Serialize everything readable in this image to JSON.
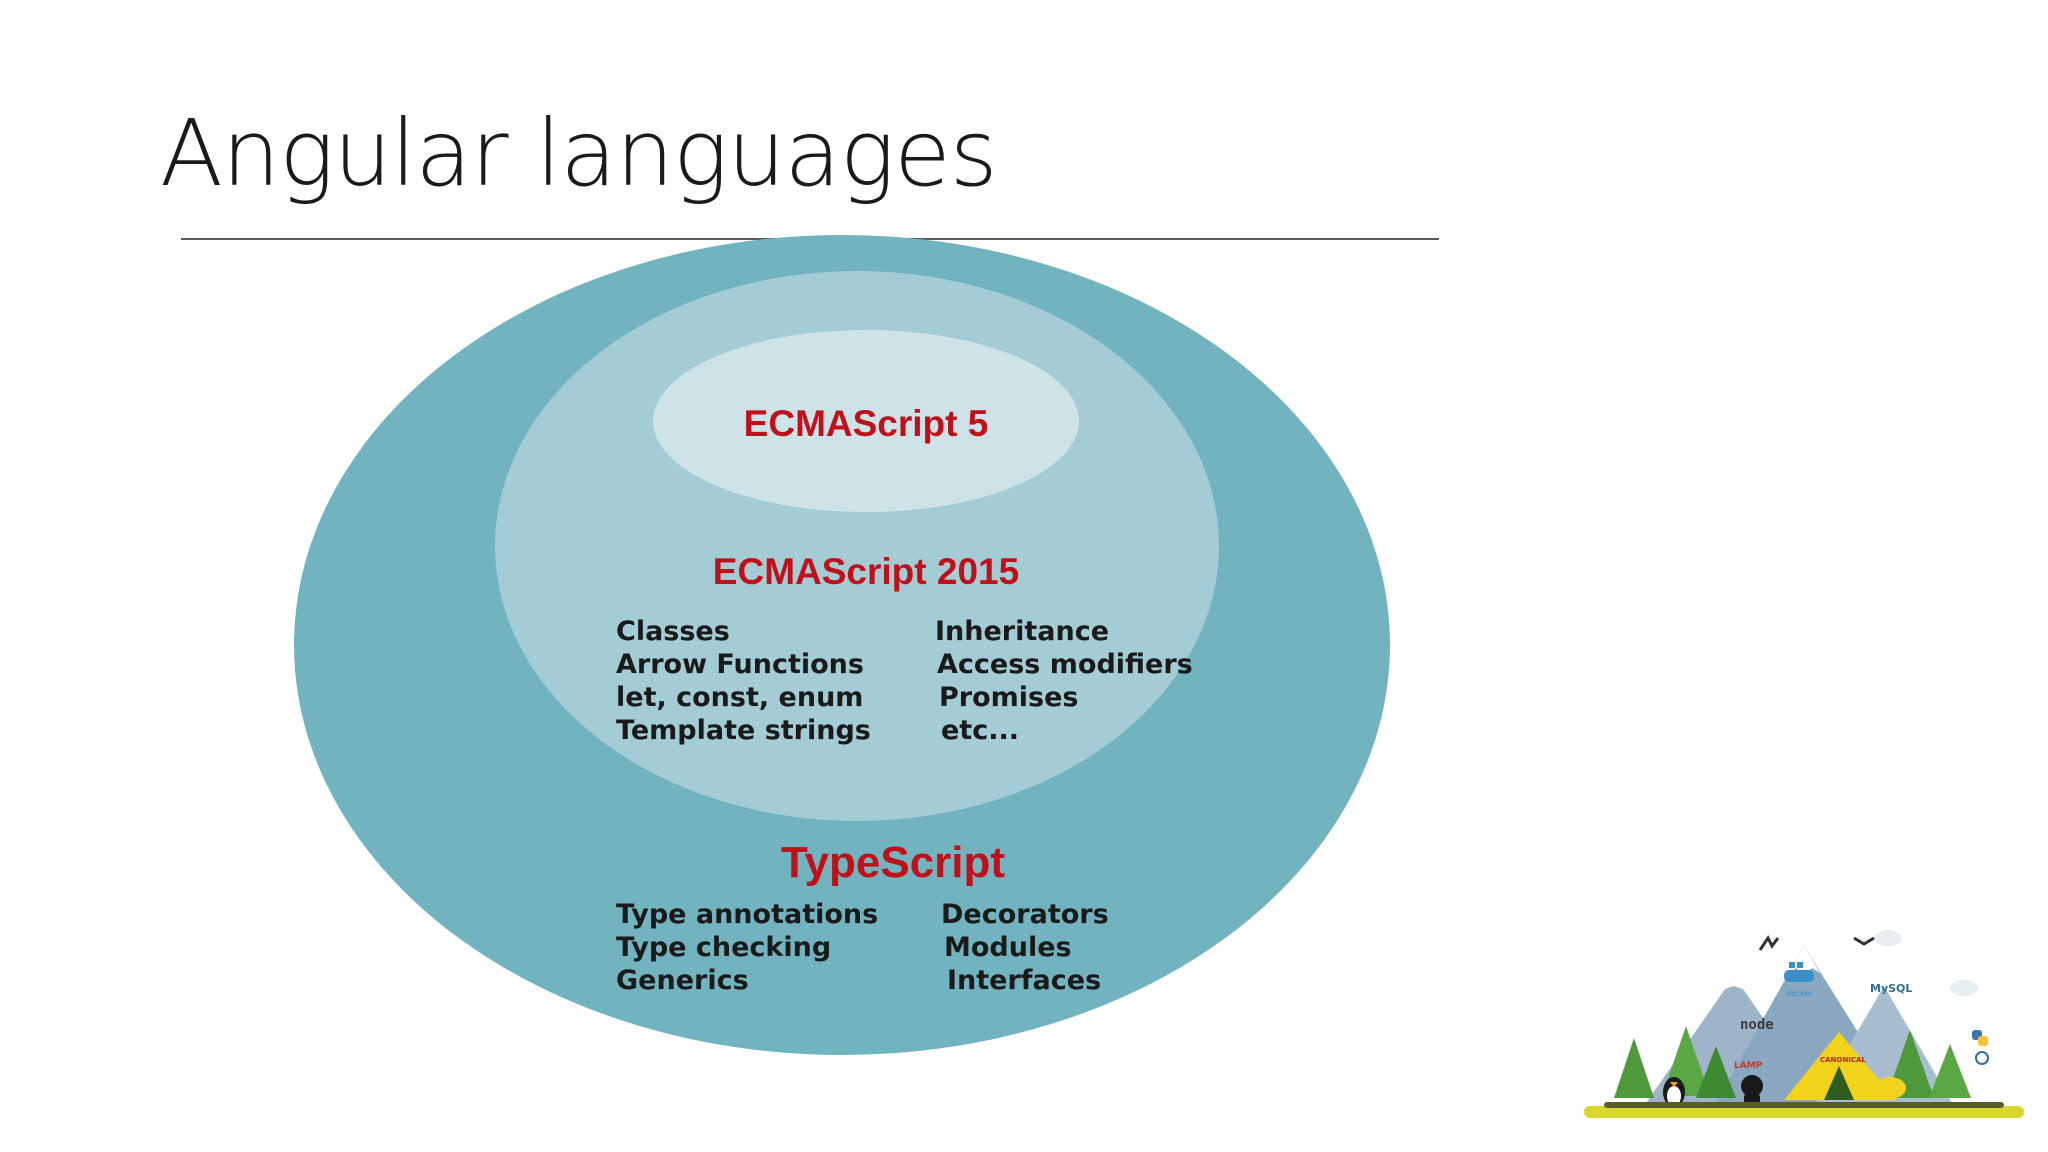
{
  "slide": {
    "title": "Angular languages"
  },
  "diagram": {
    "colors": {
      "outer": "#72b3c0",
      "middle": "#a3ccd4",
      "inner": "#cde3e8",
      "heading": "#c0111b",
      "text": "#1a1a1a"
    },
    "es5": {
      "heading": "ECMAScript 5"
    },
    "es2015": {
      "heading": "ECMAScript 2015",
      "left_items": [
        "Classes",
        "Arrow Functions",
        "let, const, enum",
        "Template strings"
      ],
      "right_items": [
        "Inheritance",
        "Access modifiers",
        "Promises",
        "etc..."
      ]
    },
    "typescript": {
      "heading": "TypeScript",
      "left_items": [
        "Type annotations",
        "Type checking",
        "Generics"
      ],
      "right_items": [
        "Decorators",
        "Modules",
        "Interfaces"
      ]
    }
  },
  "badge": {
    "labels": {
      "node": "node",
      "mysql": "MySQL",
      "docker": "docker",
      "canonical": "CANONICAL",
      "lamp": "LAMP"
    }
  }
}
